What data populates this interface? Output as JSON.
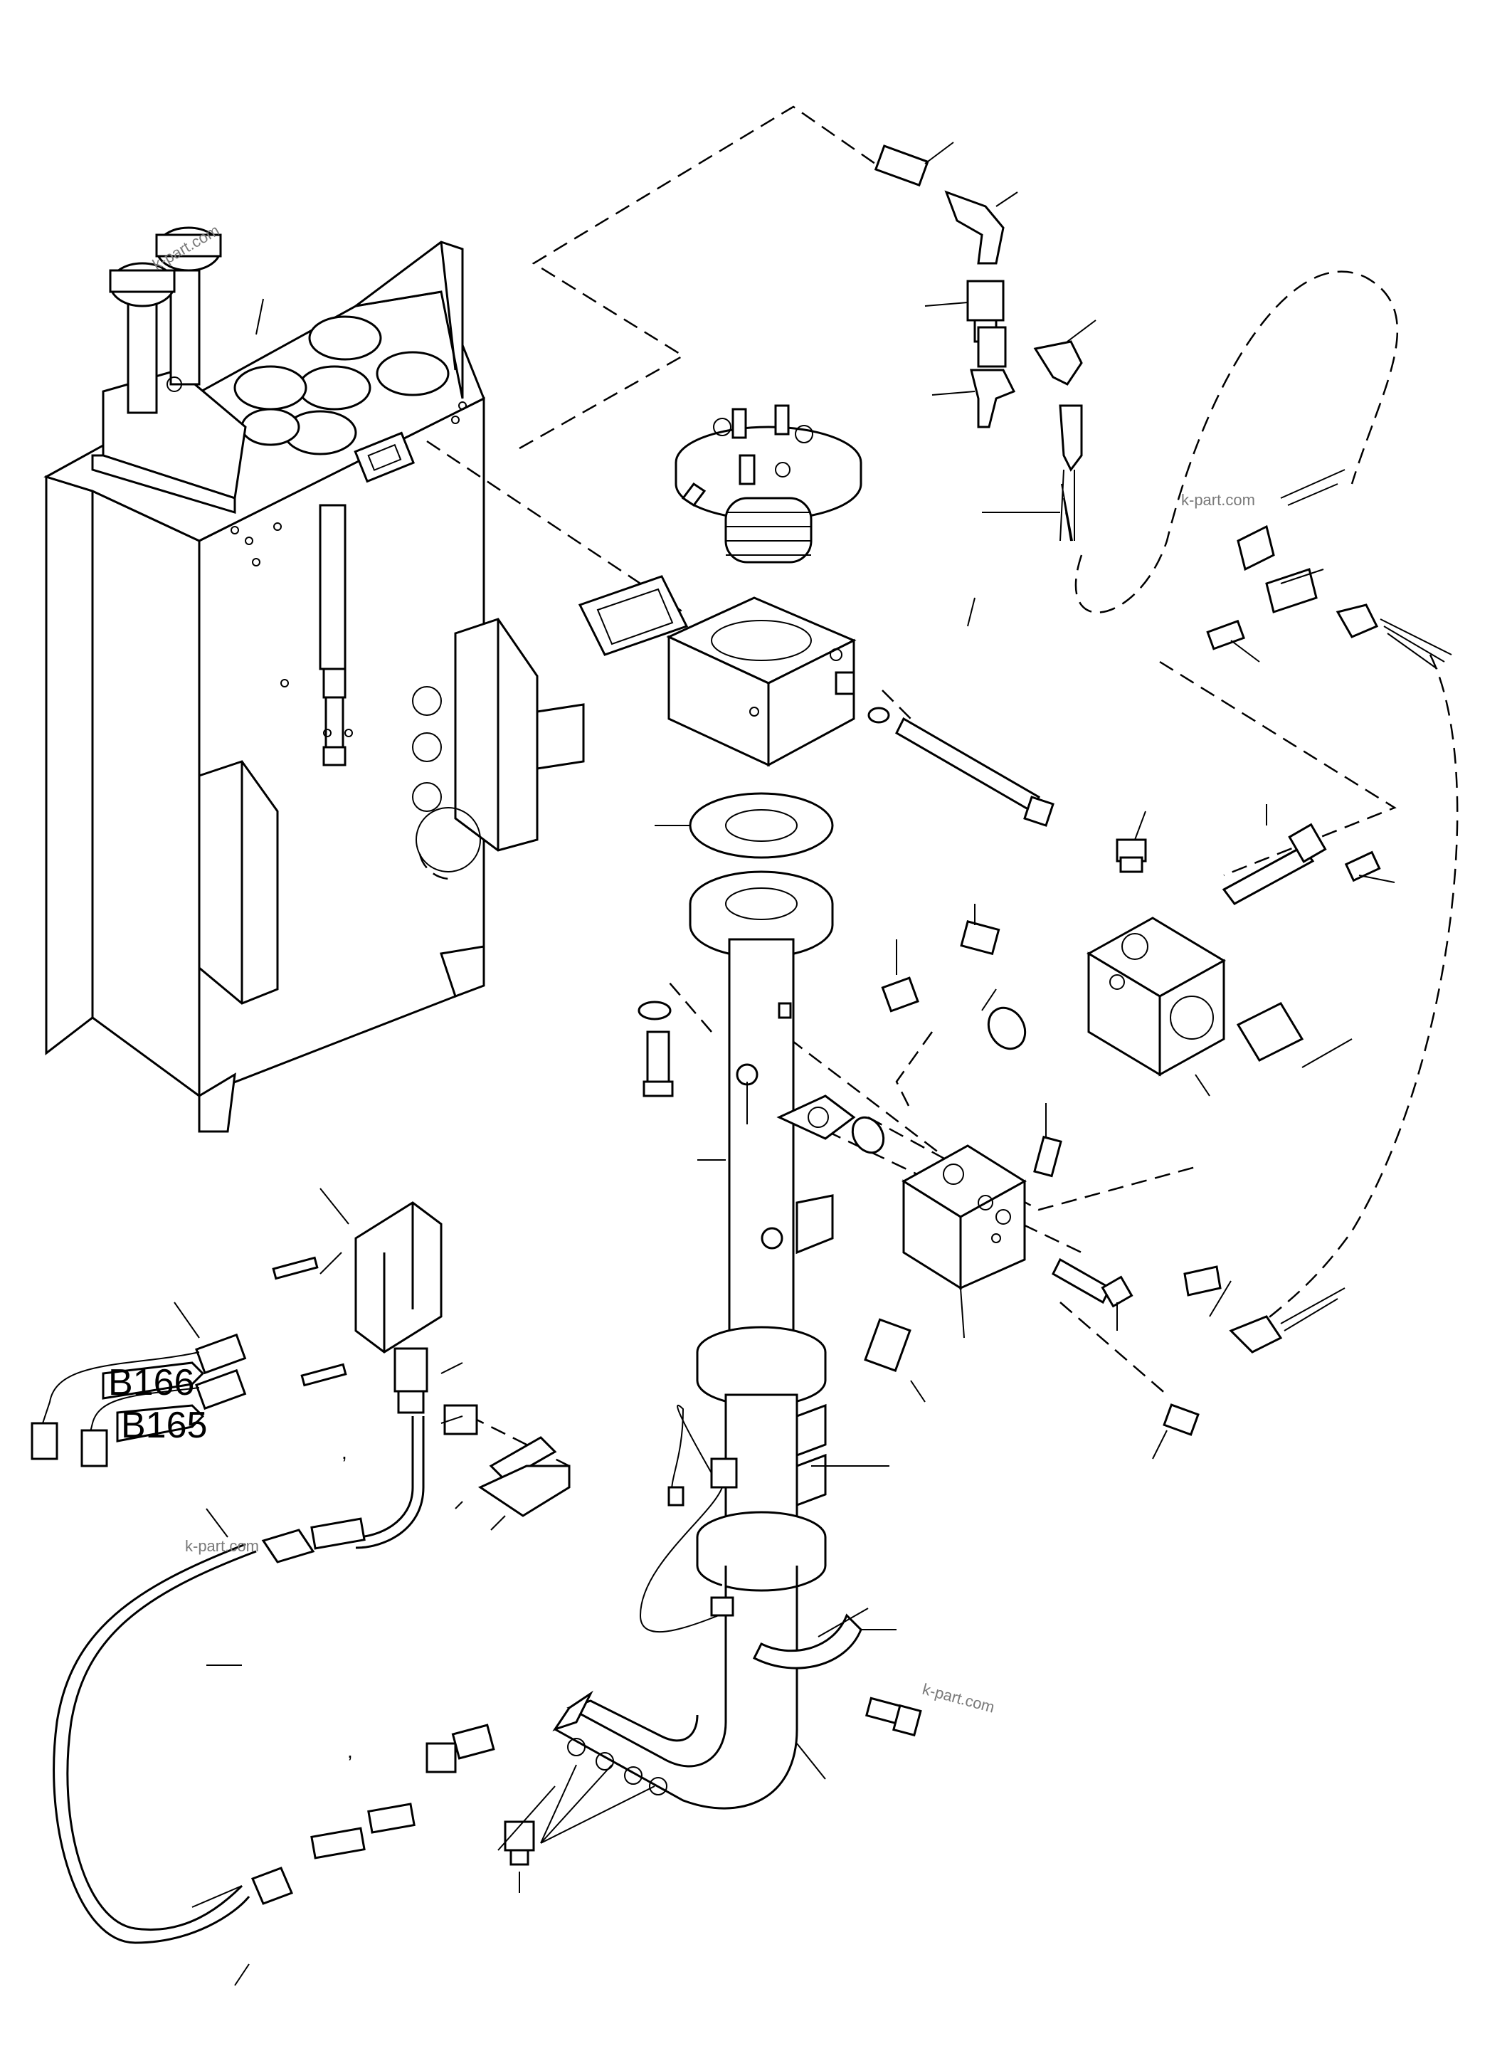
{
  "diagram": {
    "connector_labels": {
      "b166": "B166",
      "b165": "B165"
    },
    "watermarks": [
      "k-part.com",
      "k-part.com",
      "k-part.com",
      "k-part.com"
    ],
    "marks": [
      ",",
      ","
    ]
  }
}
